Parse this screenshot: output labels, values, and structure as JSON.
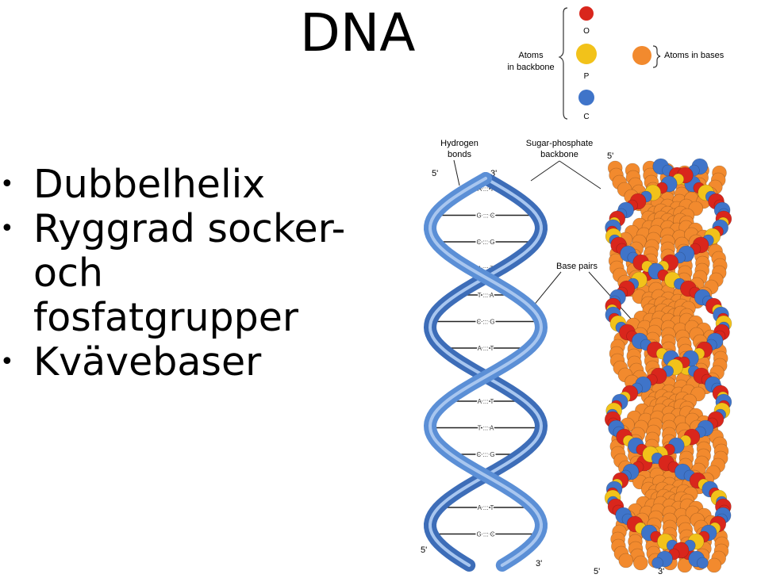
{
  "slide": {
    "title": "DNA",
    "bullets": [
      {
        "text": "Dubbelhelix"
      },
      {
        "text": "Ryggrad socker-\noch\nfosfatgrupper"
      },
      {
        "text": "Kvävebaser"
      }
    ],
    "bullet_symbol": "•"
  },
  "figure": {
    "legend": {
      "atoms_backbone_label_l1": "Atoms",
      "atoms_backbone_label_l2": "in backbone",
      "atom_o": "O",
      "atom_p": "P",
      "atom_c": "C",
      "atoms_bases_label": "Atoms in bases"
    },
    "labels": {
      "hydrogen_l1": "Hydrogen",
      "hydrogen_l2": "bonds",
      "backbone_l1": "Sugar-phosphate",
      "backbone_l2": "backbone",
      "base_pairs": "Base pairs",
      "left_top_5": "5'",
      "left_top_3": "3'",
      "left_bottom_5": "5'",
      "left_bottom_3": "3'",
      "right_top_5": "5'",
      "right_top_3": "3'",
      "right_bottom_5": "5'",
      "right_bottom_3": "3'"
    },
    "base_pairs": [
      "A ::: T",
      "G ::: C",
      "C ::: G",
      "A ::: T",
      "T ::: A",
      "C ::: G",
      "A ::: T",
      "G ::: C",
      "A ::: T",
      "T ::: A",
      "C ::: G",
      "A ::: T",
      "A ::: T",
      "G ::: C"
    ],
    "colors": {
      "oxygen": "#d9261c",
      "phosphorus": "#f2c21a",
      "carbon": "#3f74c9",
      "base_atoms": "#f28a2e",
      "ribbon": "#5b8fd6",
      "ribbon_dark": "#3d6db8"
    }
  }
}
